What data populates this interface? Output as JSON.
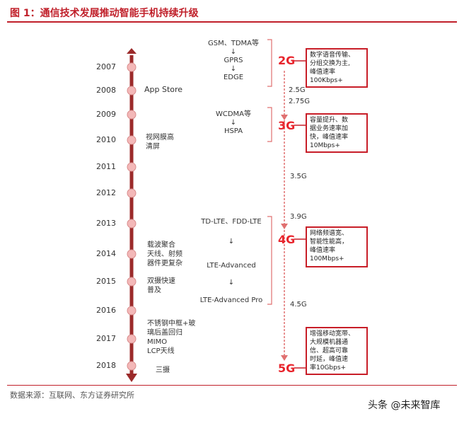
{
  "title": "图 1：通信技术发展推动智能手机持续升级",
  "source": "数据来源：互联网、东方证券研究所",
  "watermark": "头条 @未来智库",
  "years": [
    "2007",
    "2008",
    "2009",
    "2010",
    "2011",
    "2012",
    "2013",
    "2014",
    "2015",
    "2016",
    "2017",
    "2018"
  ],
  "phone_notes": {
    "n2008": "App Store",
    "n2010": [
      "视网膜高",
      "清屏"
    ],
    "n2014": [
      "载波聚合",
      "天线、射频",
      "器件更复杂"
    ],
    "n2015": [
      "双摄快速",
      "普及"
    ],
    "n2017": [
      "不锈钢中框+玻",
      "璃后盖回归",
      "MIMO",
      "LCP天线"
    ],
    "n2018": "三摄"
  },
  "tech": {
    "g2": [
      "GSM、TDMA等",
      "↓",
      "GPRS",
      "↓",
      "EDGE"
    ],
    "g3": [
      "WCDMA等",
      "↓",
      "HSPA"
    ],
    "g4a": "TD-LTE、FDD-LTE",
    "arrow1": "↓",
    "g4b": "LTE-Advanced",
    "arrow2": "↓",
    "g4c": "LTE-Advanced  Pro"
  },
  "generations": {
    "g2": "2G",
    "g3": "3G",
    "g4": "4G",
    "g5": "5G"
  },
  "gaps": {
    "a": "2.5G",
    "b": "2.75G",
    "c": "3.5G",
    "d": "3.9G",
    "e": "4.5G"
  },
  "boxes": {
    "b2": [
      "数字语音传输、",
      "分组交换为主,",
      "峰值速率",
      "100Kbps+"
    ],
    "b3": [
      "容量提升、数",
      "据业务速率加",
      "快，峰值速率",
      "10Mbps+"
    ],
    "b4": [
      "网络频谱宽、",
      "智能性能高，",
      "峰值速率",
      "100Mbps+"
    ],
    "b5": [
      "增强移动宽带、",
      "大规模机器通",
      "信、超高可靠",
      "时延，峰值速",
      "率10Gbps+"
    ]
  },
  "colors": {
    "accent": "#c0202a",
    "timeline": "#9b2a2a",
    "node": "#f3b8b8"
  }
}
